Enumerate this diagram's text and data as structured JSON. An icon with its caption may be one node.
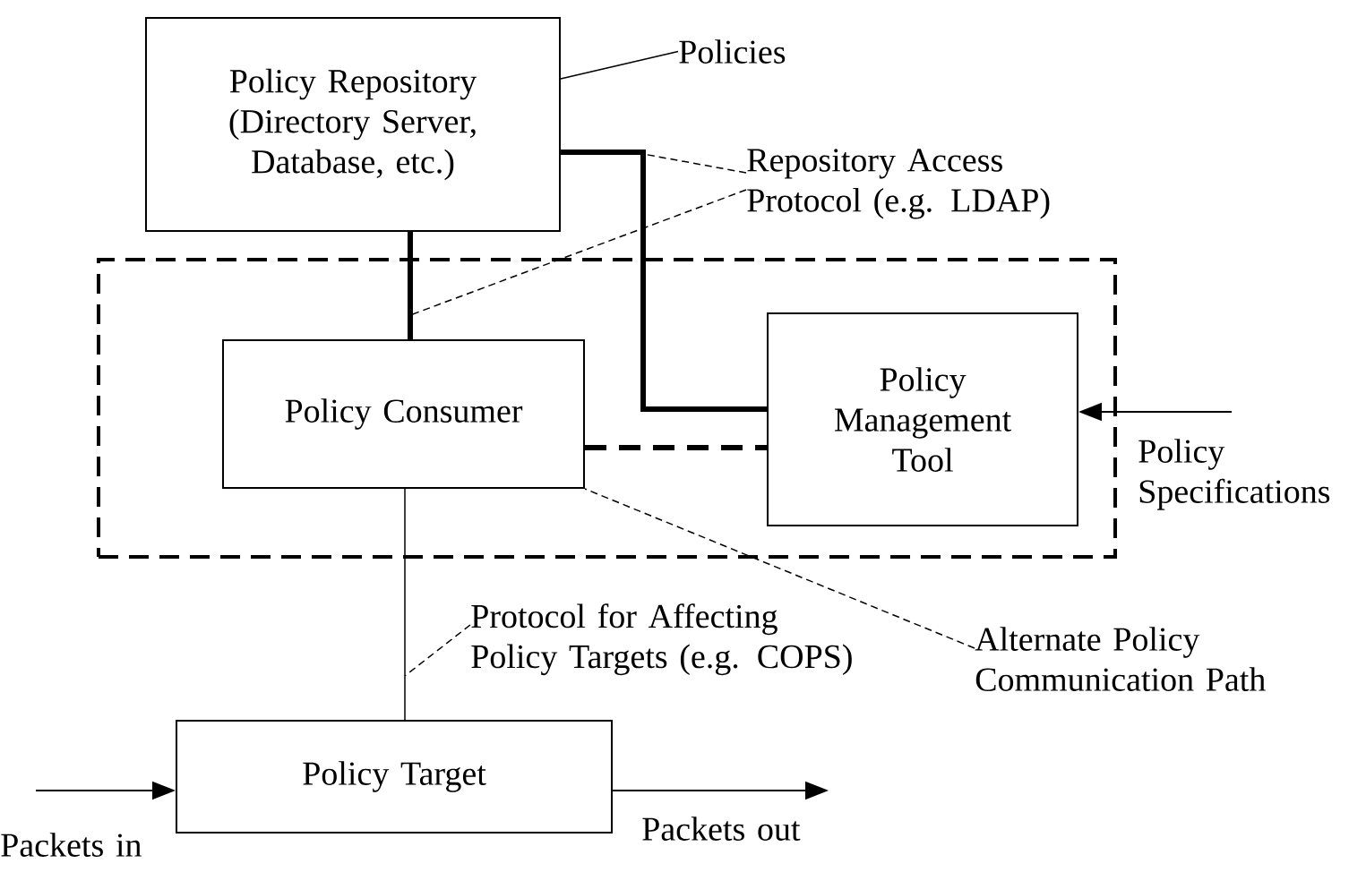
{
  "diagram": {
    "nodes": [
      {
        "text": [
          "Policy Repository (Directory Server, Database, etc.)"
        ]
      },
      {
        "text": [],
        "shape": "box"
      },
      {
        "text": [
          "Policy Consumer"
        ],
        "in": 1
      },
      {
        "text": [
          "Policy Management Tool"
        ],
        "in": 1
      },
      {
        "text": [
          "Policy Target"
        ]
      },
      {
        "text": [
          "Policies"
        ]
      },
      {
        "text": [
          "Repository Access Protocol (e.g. LDAP)"
        ]
      },
      {
        "text": [
          "Protocol for Affecting Policy Targets (e.g. COPS)"
        ]
      },
      {
        "text": [
          "Alternate Policy Communication Path"
        ]
      }
    ],
    "edges": [
      {
        "from": 0,
        "to": 2,
        "arrow": "none",
        "style": "thick"
      },
      {
        "from": 0,
        "to": 3,
        "arrow": "none",
        "style": "thick"
      },
      {
        "from": 2,
        "to": 3,
        "arrow": "none",
        "style": "dashed"
      },
      {
        "from": 2,
        "to": 4,
        "arrow": "none"
      },
      {
        "from": 5,
        "to": 0,
        "arrow": "none"
      },
      {
        "from": 6,
        "to": null,
        "arrow": "none",
        "style": "dashed"
      },
      {
        "from": 6,
        "to": null,
        "arrow": "none",
        "style": "dashed"
      },
      {
        "from": 7,
        "to": null,
        "arrow": "none",
        "style": "dashed"
      },
      {
        "from": 8,
        "to": 2,
        "arrow": "none",
        "style": "dashed"
      },
      {
        "from": null,
        "to": 3,
        "arrow": "to"
      },
      {
        "from": null,
        "to": 4,
        "arrow": "to"
      },
      {
        "from": 4,
        "to": null,
        "arrow": "to"
      }
    ],
    "labels": [
      "Policy Specifications",
      "Packets out",
      "Packets in"
    ]
  }
}
